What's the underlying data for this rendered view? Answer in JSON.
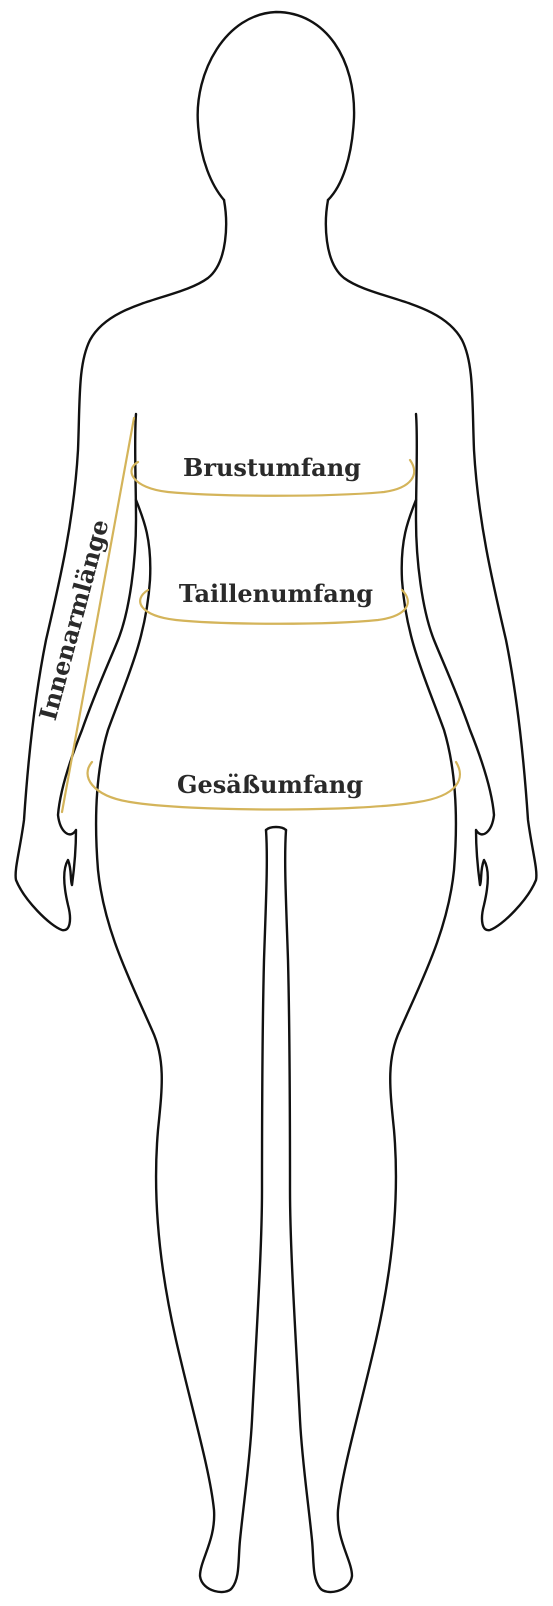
{
  "accent_color": "#d4b45a",
  "outline_color": "#111111",
  "label_color": "#2a2a2a",
  "labels": {
    "chest": "Brustumfang",
    "waist": "Taillenumfang",
    "hip": "Gesäßumfang",
    "inner_arm": "Innenarmlänge"
  }
}
